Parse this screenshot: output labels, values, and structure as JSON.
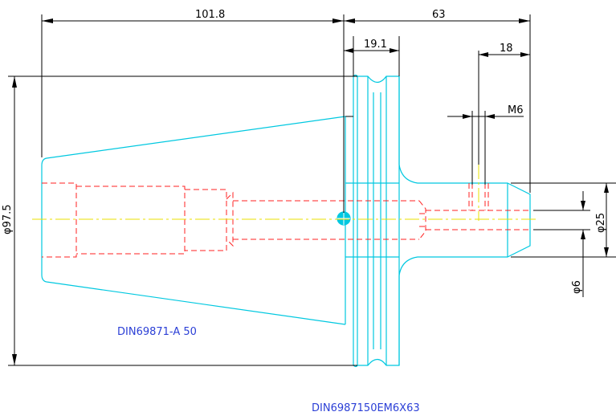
{
  "dimensions": {
    "overall_taper_length": "101.8",
    "front_length": "63",
    "flange_width": "19.1",
    "thread_offset": "18",
    "thread_size": "M6",
    "flange_diameter": "φ97.5",
    "nose_diameter": "φ25",
    "bore_diameter": "φ6"
  },
  "notes": {
    "taper_standard": "DIN69871-A 50",
    "part_code": "DIN6987150EM6X63"
  },
  "colors": {
    "outline": "#00c8e0",
    "hidden_lines": "#ff2020",
    "center_line": "#e8e000",
    "dimension": "#000000",
    "note": "#2b3fd6"
  }
}
